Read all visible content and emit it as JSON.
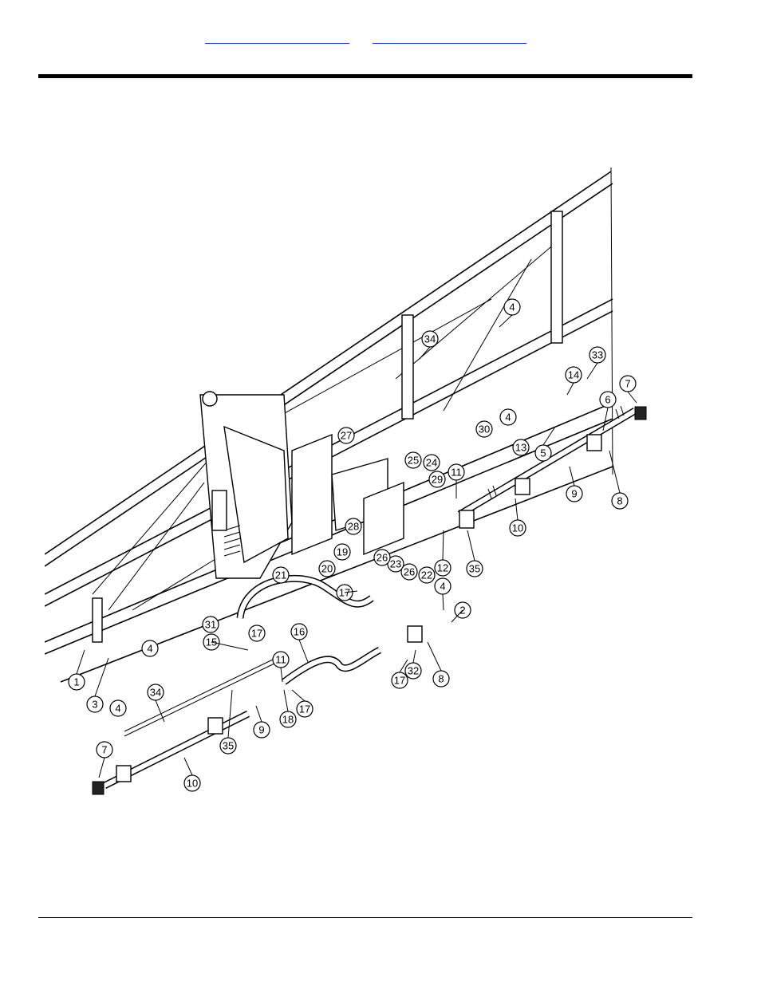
{
  "links": [
    {
      "label": ""
    },
    {
      "label": ""
    }
  ],
  "diagram": {
    "callouts": [
      {
        "num": "1"
      },
      {
        "num": "2"
      },
      {
        "num": "3"
      },
      {
        "num": "4"
      },
      {
        "num": "4"
      },
      {
        "num": "4"
      },
      {
        "num": "4"
      },
      {
        "num": "4"
      },
      {
        "num": "5"
      },
      {
        "num": "6"
      },
      {
        "num": "7"
      },
      {
        "num": "7"
      },
      {
        "num": "8"
      },
      {
        "num": "8"
      },
      {
        "num": "9"
      },
      {
        "num": "9"
      },
      {
        "num": "10"
      },
      {
        "num": "10"
      },
      {
        "num": "11"
      },
      {
        "num": "11"
      },
      {
        "num": "12"
      },
      {
        "num": "13"
      },
      {
        "num": "14"
      },
      {
        "num": "15"
      },
      {
        "num": "16"
      },
      {
        "num": "17"
      },
      {
        "num": "17"
      },
      {
        "num": "17"
      },
      {
        "num": "17"
      },
      {
        "num": "18"
      },
      {
        "num": "19"
      },
      {
        "num": "20"
      },
      {
        "num": "21"
      },
      {
        "num": "22"
      },
      {
        "num": "23"
      },
      {
        "num": "24"
      },
      {
        "num": "25"
      },
      {
        "num": "26"
      },
      {
        "num": "26"
      },
      {
        "num": "27"
      },
      {
        "num": "28"
      },
      {
        "num": "29"
      },
      {
        "num": "30"
      },
      {
        "num": "31"
      },
      {
        "num": "32"
      },
      {
        "num": "33"
      },
      {
        "num": "34"
      },
      {
        "num": "34"
      },
      {
        "num": "35"
      },
      {
        "num": "35"
      }
    ]
  }
}
